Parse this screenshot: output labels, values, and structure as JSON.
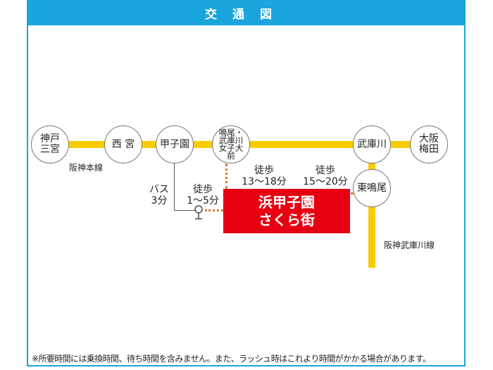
{
  "header": {
    "title": "交通図"
  },
  "stations": {
    "kobe_sannomiya": "神戸\n三宮",
    "nishinomiya": "西 宮",
    "koshien": "甲子園",
    "naruo": "鳴尾・\n武庫川\n女子大\n前",
    "mukogawa": "武庫川",
    "osaka_umeda": "大阪\n梅田",
    "higashi_naruo": "東鳴尾"
  },
  "lines": {
    "hanshin_main": "阪神本線",
    "hanshin_mukogawa": "阪神武庫川線"
  },
  "routes": {
    "bus": "バス\n3分",
    "walk_bus_stop": "徒歩\n1〜5分",
    "walk_naruo": "徒歩\n13〜18分",
    "walk_higashi_naruo": "徒歩\n15〜20分"
  },
  "destination": {
    "line1": "浜甲子園",
    "line2": "さくら街"
  },
  "footer": "※所要時間には乗換時間、待ち時間を含みません。また、ラッシュ時はこれより時間がかかる場合があります。",
  "colors": {
    "accent": "#1aa5dc",
    "line": "#f8cc00",
    "destination": "#e60012",
    "walk": "#e07a3a"
  }
}
